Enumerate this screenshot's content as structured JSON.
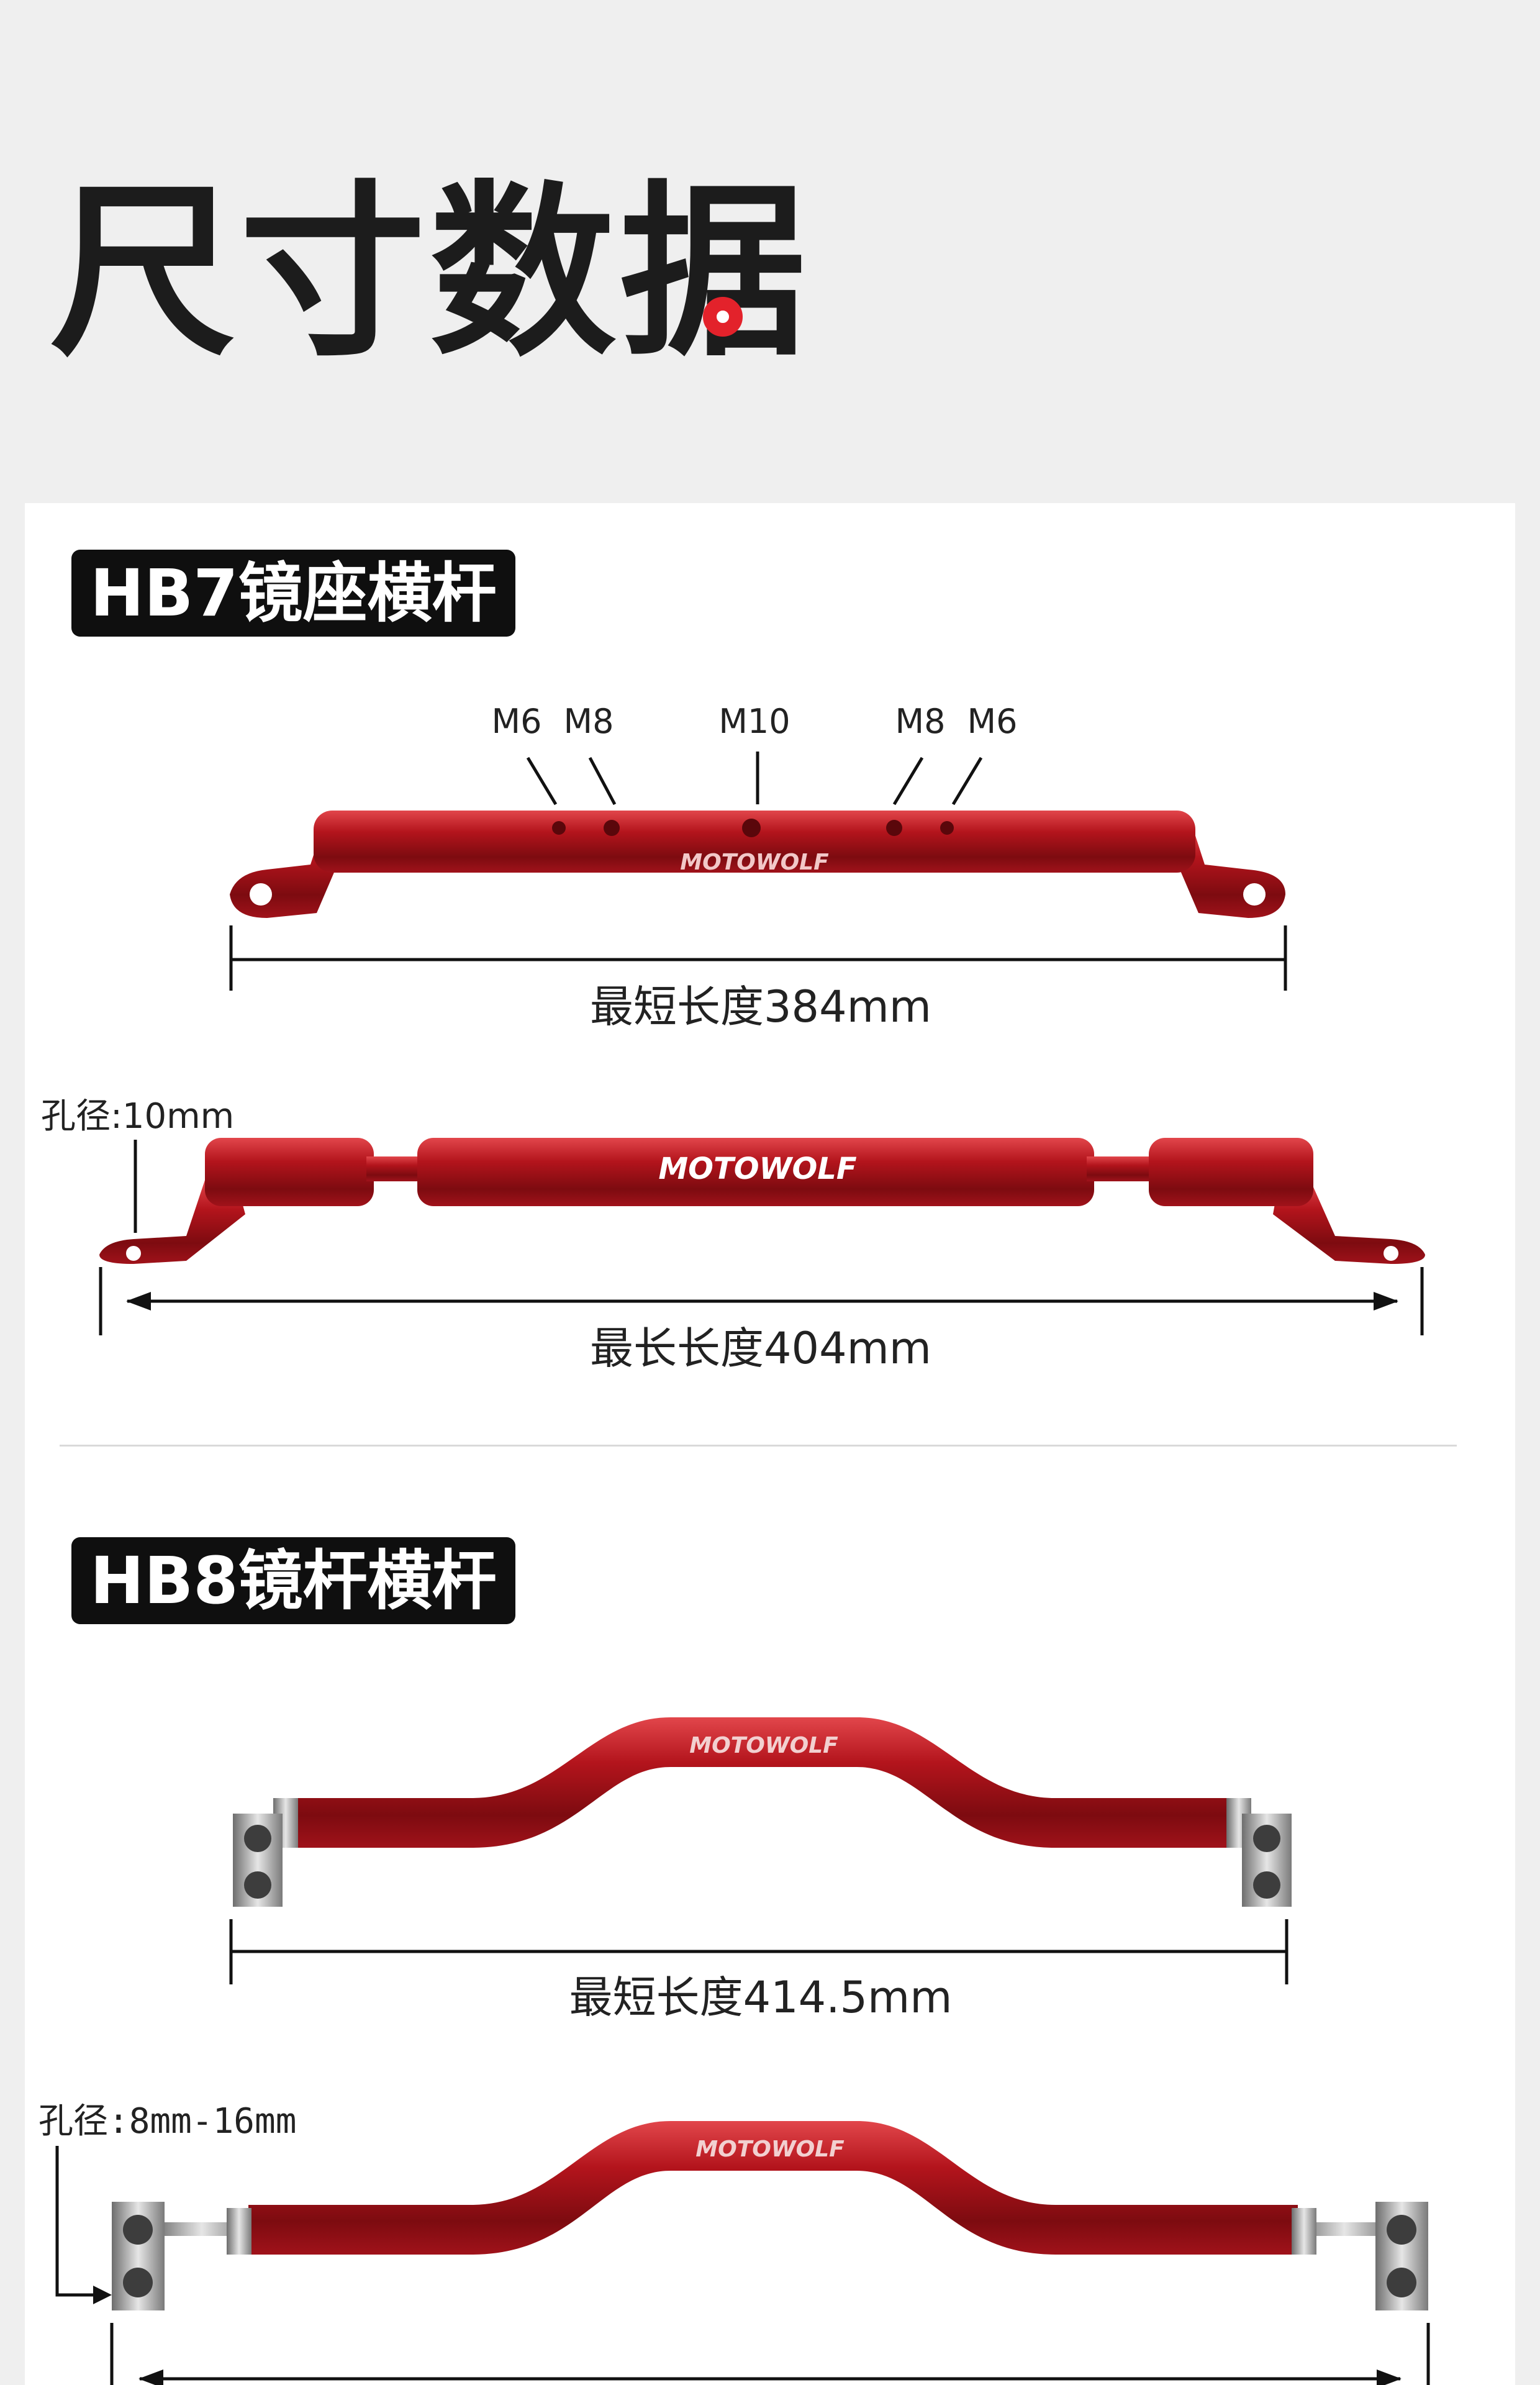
{
  "header": {
    "title": "尺寸数据"
  },
  "colors": {
    "accent": "#e3222b",
    "bar_red": "#b3141c",
    "tag_bg": "#0f0f0f"
  },
  "hb7": {
    "tag": "HB7镜座横杆",
    "threads": [
      "M6",
      "M8",
      "M10",
      "M8",
      "M6"
    ],
    "brand": "MOTOWOLF",
    "short_length": "最短长度384mm",
    "hole_label": "孔径:10mm",
    "long_length": "最长长度404mm"
  },
  "hb8": {
    "tag": "HB8镜杆横杆",
    "brand": "MOTOWOLF",
    "short_length": "最短长度414.5mm",
    "hole_label": "孔径:8mm-16mm"
  }
}
